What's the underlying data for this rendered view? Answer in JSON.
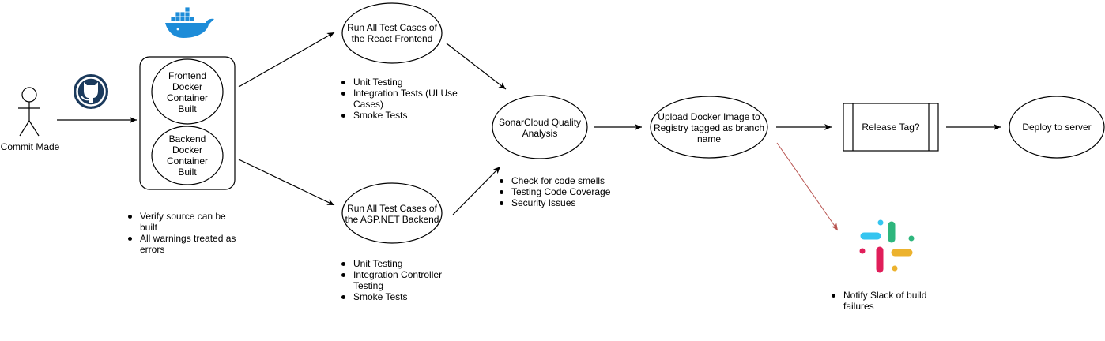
{
  "actor": {
    "label": "Commit Made"
  },
  "build_box": {
    "frontend": "Frontend Docker Container Built",
    "backend": "Backend Docker Container Built"
  },
  "build_notes": [
    "Verify source can be built",
    "All warnings treated as errors"
  ],
  "frontend_tests": {
    "label": "Run All Test Cases of the React Frontend",
    "notes": [
      "Unit Testing",
      "Integration Tests (UI Use Cases)",
      "Smoke Tests"
    ]
  },
  "backend_tests": {
    "label": "Run All Test Cases of the ASP.NET Backend",
    "notes": [
      "Unit Testing",
      "Integration Controller Testing",
      "Smoke Tests"
    ]
  },
  "sonar": {
    "label": "SonarCloud Quality Analysis",
    "notes": [
      "Check for code smells",
      "Testing Code Coverage",
      "Security Issues"
    ]
  },
  "upload": {
    "label": "Upload Docker Image to Registry tagged as branch name"
  },
  "release": {
    "label": "Release Tag?"
  },
  "deploy": {
    "label": "Deploy to server"
  },
  "slack": {
    "notes": [
      "Notify Slack of build failures"
    ]
  },
  "colors": {
    "stroke": "#000000",
    "failure_arrow": "#b85450",
    "docker": "#1d8cd8",
    "github": "#1b3a5c",
    "slack_blue": "#36c5f0",
    "slack_green": "#2eb67d",
    "slack_red": "#e01e5a",
    "slack_yellow": "#ecb22e"
  },
  "icons": [
    "person-icon",
    "github-icon",
    "docker-icon",
    "slack-icon"
  ]
}
